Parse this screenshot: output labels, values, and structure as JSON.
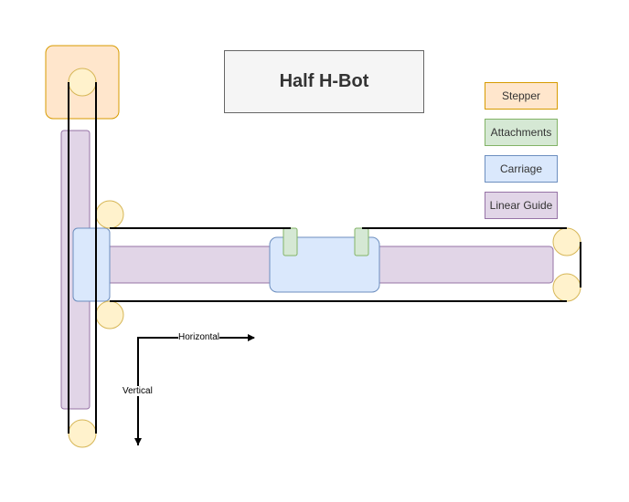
{
  "title": "Half H-Bot",
  "colors": {
    "stepper_fill": "#ffe6cc",
    "stepper_stroke": "#d79b00",
    "attachments_fill": "#d5e8d4",
    "attachments_stroke": "#82b366",
    "carriage_fill": "#dae8fc",
    "carriage_stroke": "#6c8ebf",
    "linear_guide_fill": "#e1d5e7",
    "linear_guide_stroke": "#9673a6",
    "pulley_fill": "#fff2cc",
    "pulley_stroke": "#d6b656",
    "belt": "#000000"
  },
  "legend": [
    {
      "label": "Stepper",
      "fill": "#ffe6cc",
      "stroke": "#d79b00"
    },
    {
      "label": "Attachments",
      "fill": "#d5e8d4",
      "stroke": "#82b366"
    },
    {
      "label": "Carriage",
      "fill": "#dae8fc",
      "stroke": "#6c8ebf"
    },
    {
      "label": "Linear Guide",
      "fill": "#e1d5e7",
      "stroke": "#9673a6"
    }
  ],
  "axes": {
    "horizontal_label": "Horizontal",
    "vertical_label": "Vertical"
  }
}
